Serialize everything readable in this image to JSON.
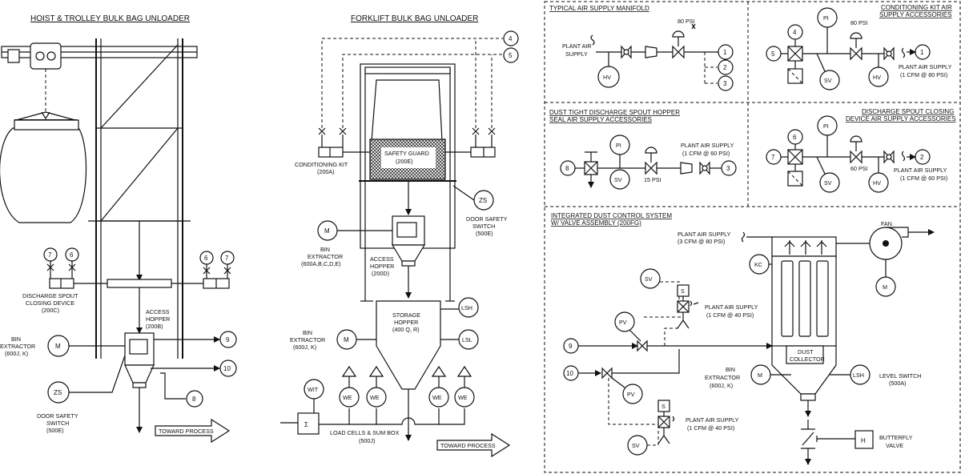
{
  "titles": {
    "hoist": "HOIST & TROLLEY BULK BAG UNLOADER",
    "forklift": "FORKLIFT BULK BAG UNLOADER"
  },
  "panels": {
    "manifold": "TYPICAL AIR SUPPLY MANIFOLD",
    "conditioning_l1": "CONDITIONING KIT AIR",
    "conditioning_l2": "SUPPLY ACCESSORIES",
    "dust_tight_l1": "DUST TIGHT DISCHARGE SPOUT HOPPER",
    "dust_tight_l2": "SEAL AIR SUPPLY ACCESSORIES",
    "closing_l1": "DISCHARGE SPOUT CLOSING",
    "closing_l2": "DEVICE AIR SUPPLY ACCESSORIES",
    "integrated_l1": "INTEGRATED DUST CONTROL SYSTEM",
    "integrated_l2": "W/ VALVE ASSEMBLY (200FG)"
  },
  "hoist": {
    "spout_l1": "DISCHARGE SPOUT",
    "spout_l2": "CLOSING DEVICE",
    "spout_l3": "(200C)",
    "access_l1": "ACCESS",
    "access_l2": "HOPPER",
    "access_l3": "(200B)",
    "bin_l1": "BIN",
    "bin_l2": "EXTRACTOR",
    "bin_l3": "(600J, K)",
    "door_l1": "DOOR SAFETY",
    "door_l2": "SWITCH",
    "door_l3": "(500E)",
    "toward": "TOWARD PROCESS",
    "m": "M",
    "zs": "ZS",
    "n7a": "7",
    "n6a": "6",
    "n6b": "6",
    "n7b": "7",
    "n8": "8",
    "n9": "9",
    "n10": "10"
  },
  "forklift": {
    "cond_l1": "CONDITIONING KIT",
    "cond_l2": "(200A)",
    "guard_l1": "SAFETY GUARD",
    "guard_l2": "(200E)",
    "zs": "ZS",
    "door_l1": "DOOR SAFETY",
    "door_l2": "SWITCH",
    "door_l3": "(500E)",
    "m1": "M",
    "bin1_l1": "BIN",
    "bin1_l2": "EXTRACTOR",
    "bin1_l3": "(600A,B,C,D,E)",
    "access_l1": "ACCESS",
    "access_l2": "HOPPER",
    "access_l3": "(200D)",
    "storage_l1": "STORAGE",
    "storage_l2": "HOPPER",
    "storage_l3": "(400 Q, R)",
    "lsh": "LSH",
    "lsl": "LSL",
    "bin2_l1": "BIN",
    "bin2_l2": "EXTRACTOR",
    "bin2_l3": "(600J, K)",
    "m2": "M",
    "wit": "WIT",
    "we": "WE",
    "sigma": "Σ",
    "loadcells_l1": "LOAD CELLS & SUM BOX",
    "loadcells_l2": "(500J)",
    "toward": "TOWARD PROCESS",
    "n4": "4",
    "n5": "5"
  },
  "manifold": {
    "psi": "80 PSI",
    "plant_l1": "PLANT AIR",
    "plant_l2": "SUPPLY",
    "hv": "HV",
    "n1": "1",
    "n2": "2",
    "n3": "3"
  },
  "conditioning": {
    "pi": "PI",
    "psi": "80 PSI",
    "n4": "4",
    "n5": "5",
    "n1": "1",
    "sv": "SV",
    "hv": "HV",
    "plant_l1": "PLANT AIR SUPPLY",
    "plant_l2": "(1 CFM @ 80 PSI)"
  },
  "dusttight": {
    "pi": "PI",
    "n8": "8",
    "sv": "SV",
    "psi15": "15 PSI",
    "plant_l1": "PLANT AIR SUPPLY",
    "plant_l2": "(1 CFM @ 60 PSI)",
    "n3": "3"
  },
  "closing": {
    "pi": "PI",
    "n6": "6",
    "n7": "7",
    "sv": "SV",
    "psi60": "60 PSI",
    "hv": "HV",
    "n2": "2",
    "plant_l1": "PLANT AIR SUPPLY",
    "plant_l2": "(1 CFM @ 60 PSI)"
  },
  "integrated": {
    "fan": "FAN",
    "m_fan": "M",
    "plant1_l1": "PLANT AIR SUPPLY",
    "plant1_l2": "(3 CFM @ 80 PSI)",
    "kc": "KC",
    "sv1": "SV",
    "s1": "S",
    "plant2_l1": "PLANT AIR SUPPLY",
    "plant2_l2": "(1 CFM @ 40 PSI)",
    "pv1": "PV",
    "n9": "9",
    "dust_l1": "DUST",
    "dust_l2": "COLLECTOR",
    "n10": "10",
    "bin_l1": "BIN",
    "bin_l2": "EXTRACTOR",
    "bin_l3": "(600J, K)",
    "m_bin": "M",
    "lsh": "LSH",
    "level_l1": "LEVEL SWITCH",
    "level_l2": "(500A)",
    "pv2": "PV",
    "s2": "S",
    "plant3_l1": "PLANT AIR SUPPLY",
    "plant3_l2": "(1 CFM @ 40 PSI)",
    "sv2": "SV",
    "h": "H",
    "bfly_l1": "BUTTERFLY",
    "bfly_l2": "VALVE"
  }
}
